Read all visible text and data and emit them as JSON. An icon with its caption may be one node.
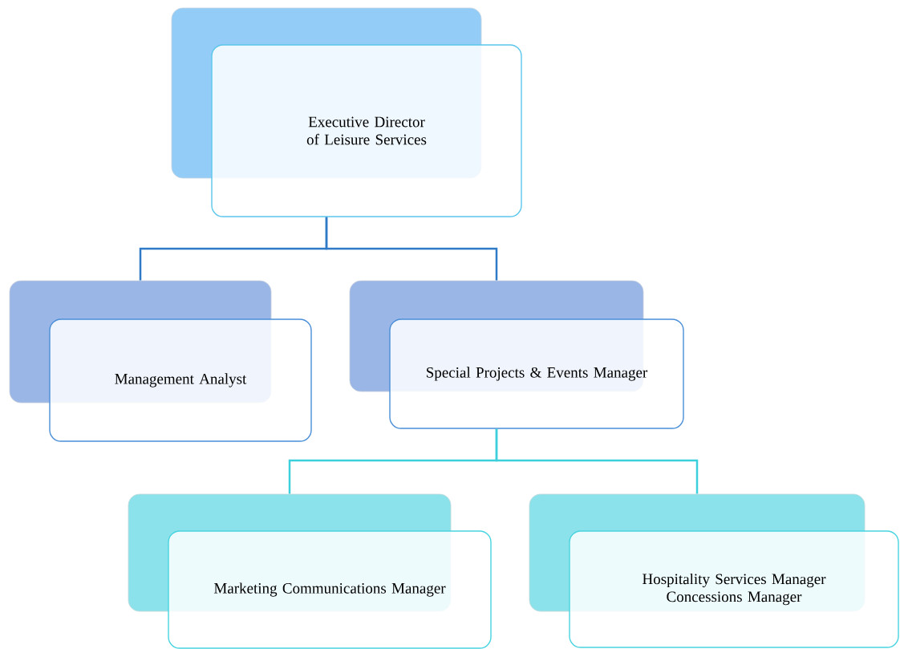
{
  "diagram": {
    "nodes": [
      {
        "text": [
          "Executive Director of Leisure Services"
        ]
      },
      {
        "text": [
          "Management Analyst"
        ]
      },
      {
        "text": [
          "Special Projects & Events Manager"
        ]
      },
      {
        "text": [
          "Marketing Communications Manager"
        ]
      },
      {
        "text": [
          "Hospitality Services Manager",
          "Concessions Manager"
        ]
      }
    ],
    "edges": [
      {
        "from": 0,
        "to": 1,
        "arrow": "none",
        "color": "#2e7ac6"
      },
      {
        "from": 0,
        "to": 2,
        "arrow": "none",
        "color": "#2e7ac6"
      },
      {
        "from": 2,
        "to": 3,
        "arrow": "none",
        "color": "#3ccfdc"
      },
      {
        "from": 2,
        "to": 4,
        "arrow": "none",
        "color": "#3ccfdc"
      }
    ]
  }
}
